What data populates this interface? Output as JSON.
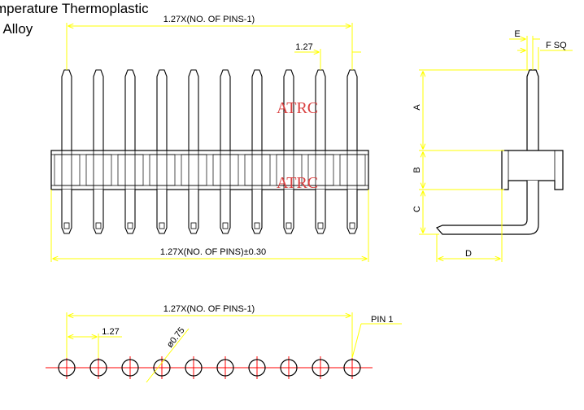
{
  "header": {
    "line1": "mperature Thermoplastic",
    "line2": "r Alloy"
  },
  "watermark": "ATRC",
  "pin_count": 10,
  "front_view": {
    "top_dim": "1.27X(NO. OF PINS-1)",
    "pitch_dim": "1.27",
    "bottom_dim": "1.27X(NO. OF PINS)±0.30"
  },
  "side_view": {
    "labels": {
      "A": "A",
      "B": "B",
      "C": "C",
      "D": "D",
      "E": "E"
    },
    "sq_label": "F SQ"
  },
  "footprint": {
    "span_dim": "1.27X(NO. OF PINS-1)",
    "pitch_dim": "1.27",
    "hole_dim": "ø0.75",
    "pin1_label": "PIN 1"
  },
  "colors": {
    "outline": "#000000",
    "dimension": "#ffff00",
    "centerline": "#ff0000",
    "watermark": "#d94040"
  }
}
